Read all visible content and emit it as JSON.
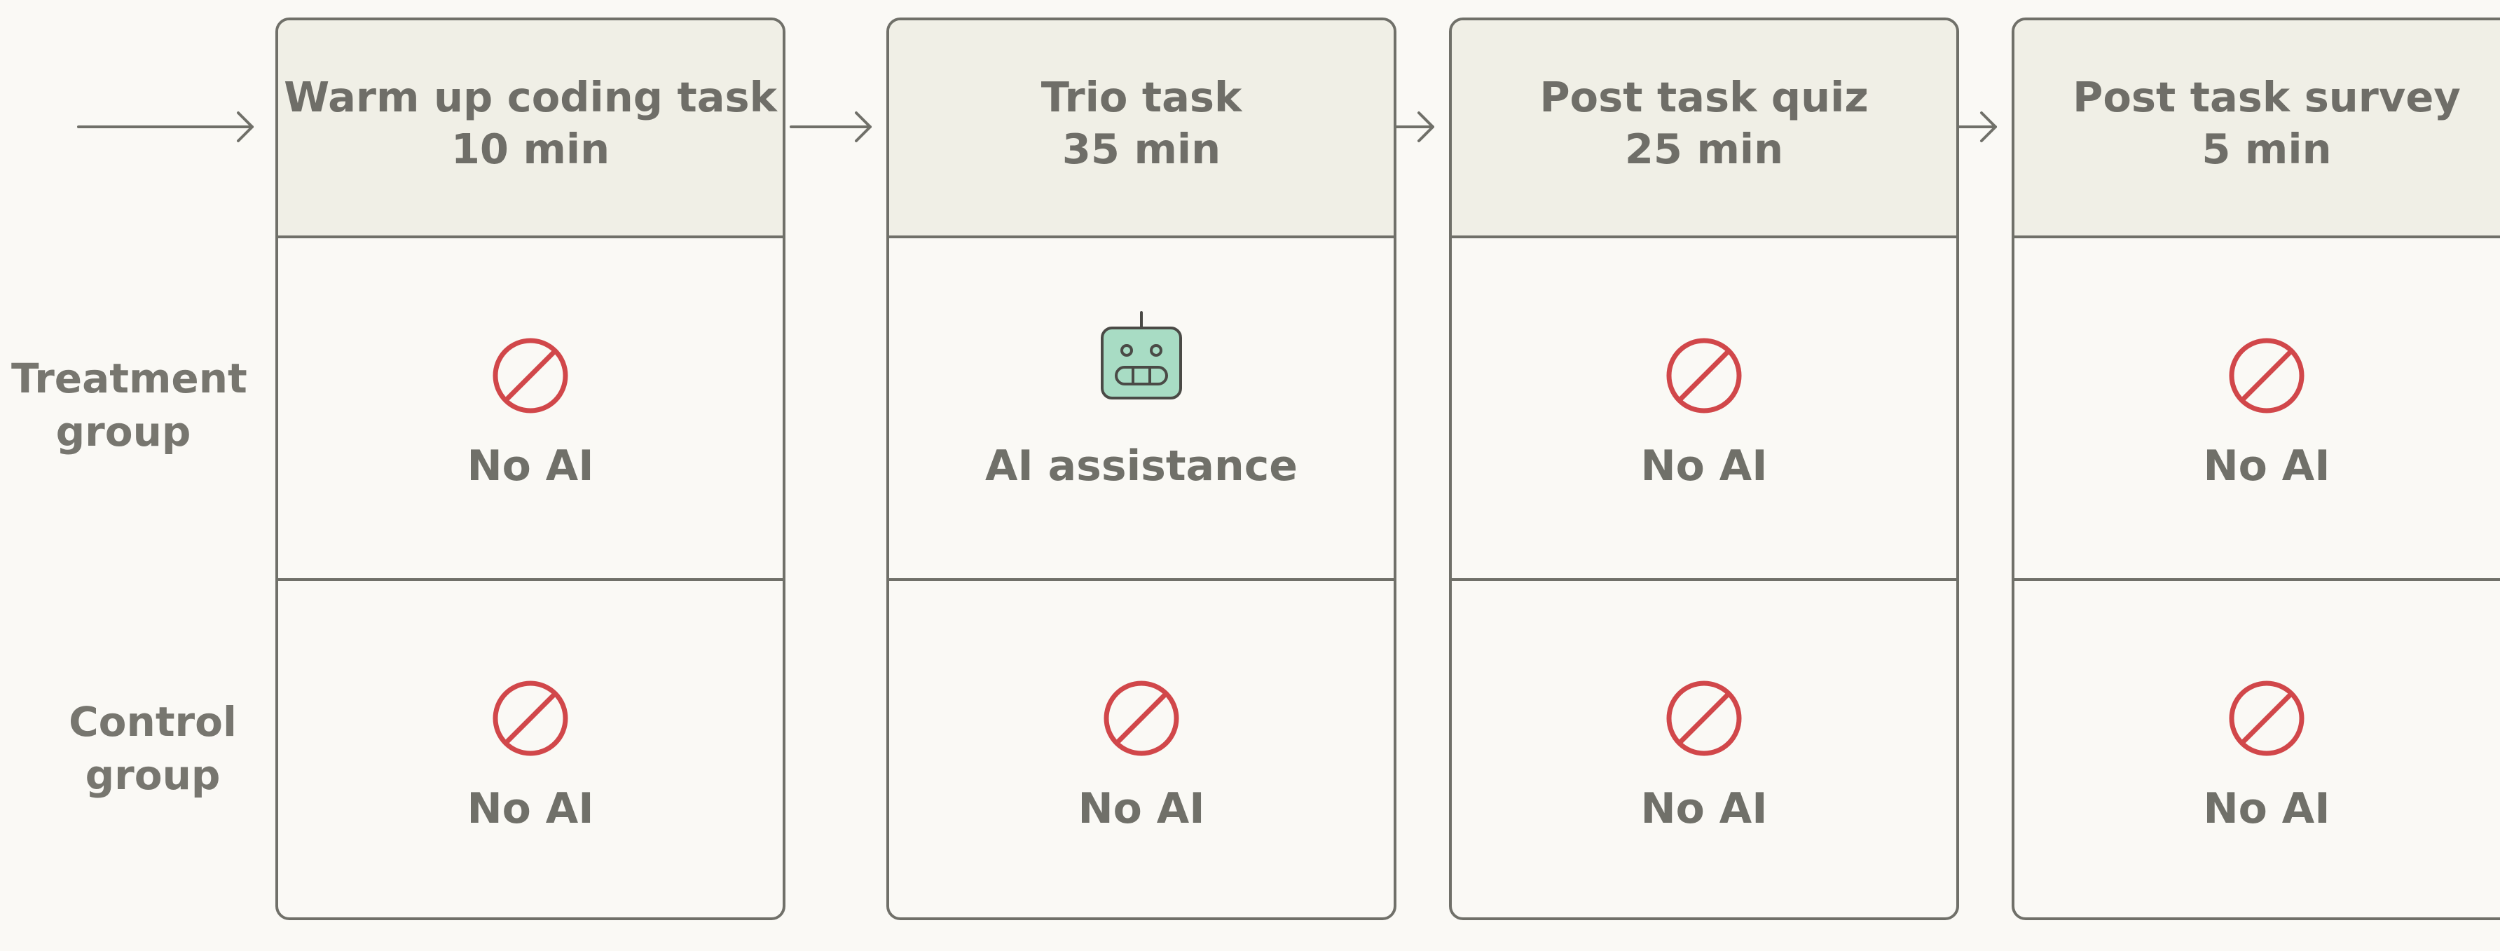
{
  "row_labels": {
    "treatment": [
      "Treatment",
      "group"
    ],
    "control": [
      "Control",
      "group"
    ]
  },
  "stages": [
    {
      "title": "Warm up coding task",
      "duration": "10 min",
      "treatment": {
        "label": "No AI",
        "icon": "no-ai-icon"
      },
      "control": {
        "label": "No AI",
        "icon": "no-ai-icon"
      }
    },
    {
      "title": "Trio task",
      "duration": "35 min",
      "treatment": {
        "label": "AI assistance",
        "icon": "robot-icon"
      },
      "control": {
        "label": "No AI",
        "icon": "no-ai-icon"
      }
    },
    {
      "title": "Post task quiz",
      "duration": "25 min",
      "treatment": {
        "label": "No AI",
        "icon": "no-ai-icon"
      },
      "control": {
        "label": "No AI",
        "icon": "no-ai-icon"
      }
    },
    {
      "title": "Post task survey",
      "duration": "5 min",
      "treatment": {
        "label": "No AI",
        "icon": "no-ai-icon"
      },
      "control": {
        "label": "No AI",
        "icon": "no-ai-icon"
      }
    }
  ],
  "colors": {
    "border": "#707069",
    "header_bg": "#f0efe6",
    "background": "#faf9f5",
    "text": "#6f6e68",
    "no_ai_red": "#d1474a",
    "robot_green": "#a8dcc4",
    "robot_outline": "#4a4a46"
  }
}
